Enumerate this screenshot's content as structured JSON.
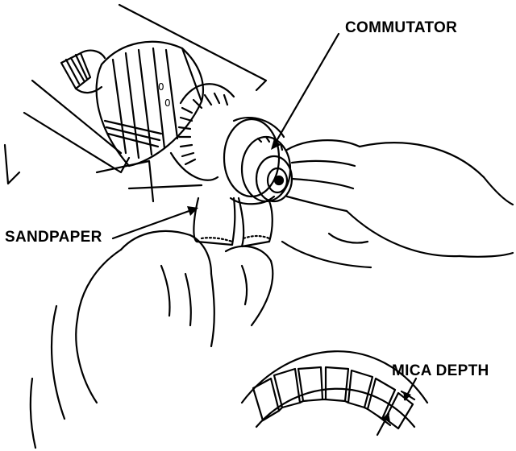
{
  "labels": {
    "commutator": "COMMUTATOR",
    "sandpaper": "SANDPAPER",
    "mica_depth": "MICA DEPTH"
  },
  "colors": {
    "ink": "#000000",
    "paper": "#ffffff"
  }
}
